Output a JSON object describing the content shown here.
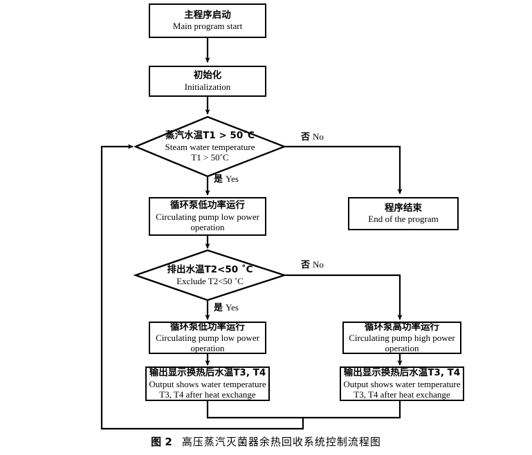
{
  "figure": {
    "caption_number": "图 2",
    "caption_text": "高压蒸汽灭菌器余热回收系统控制流程图"
  },
  "nodes": {
    "start": {
      "type": "process",
      "cn": "主程序启动",
      "en": "Main program start"
    },
    "init": {
      "type": "process",
      "cn": "初始化",
      "en": "Initialization"
    },
    "decision1": {
      "type": "decision",
      "cn": "蒸汽水温T1 > 50˚C",
      "en_line1": "Steam water temperature",
      "en_line2": "T1 > 50˚C"
    },
    "pump_low_1": {
      "type": "process",
      "cn": "循环泵低功率运行",
      "en_line1": "Circulating pump low power",
      "en_line2": "operation"
    },
    "end_program": {
      "type": "process",
      "cn": "程序结束",
      "en": "End of the program"
    },
    "decision2": {
      "type": "decision",
      "cn": "排出水温T2<50 ˚C",
      "en_line1": "Exclude T2<50 ˚C"
    },
    "pump_low_2": {
      "type": "process",
      "cn": "循环泵低功率运行",
      "en_line1": "Circulating pump low power",
      "en_line2": "operation"
    },
    "pump_high": {
      "type": "process",
      "cn": "循环泵高功率运行",
      "en_line1": "Circulating pump high power",
      "en_line2": "operation"
    },
    "output_left": {
      "type": "process",
      "cn": "输出显示换热后水温T3, T4",
      "en_line1": "Output shows water temperature",
      "en_line2": "T3, T4 after heat exchange"
    },
    "output_right": {
      "type": "process",
      "cn": "输出显示换热后水温T3, T4",
      "en_line1": "Output shows water temperature",
      "en_line2": "T3, T4 after heat exchange"
    }
  },
  "edge_labels": {
    "d1_no_cn": "否",
    "d1_no_en": "No",
    "d1_yes_cn": "是",
    "d1_yes_en": "Yes",
    "d2_no_cn": "否",
    "d2_no_en": "No",
    "d2_yes_cn": "是",
    "d2_yes_en": "Yes"
  },
  "style": {
    "stroke": "#000000",
    "background": "#ffffff"
  }
}
